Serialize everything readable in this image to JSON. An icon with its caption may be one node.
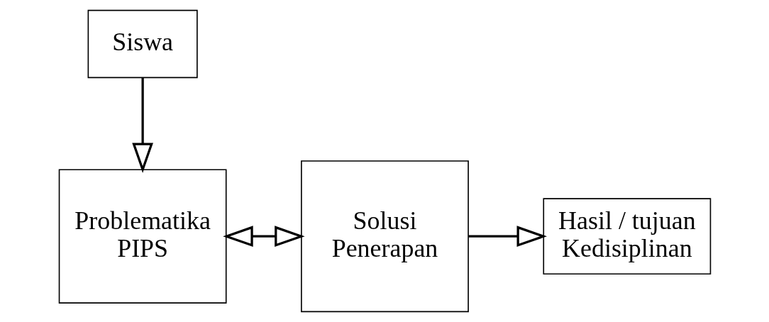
{
  "diagram": {
    "nodes": [
      {
        "text": [
          "Siswa"
        ]
      },
      {
        "text": [
          "Problematika PIPS"
        ]
      },
      {
        "text": [
          "Solusi Penerapan"
        ]
      },
      {
        "text": [
          "Hasil / tujuan Kedisiplinan"
        ]
      }
    ],
    "edges": [
      {
        "from": 0,
        "to": 1,
        "arrow": "to"
      },
      {
        "from": 1,
        "to": 2,
        "arrow": "both"
      },
      {
        "from": 2,
        "to": 3,
        "arrow": "to"
      }
    ]
  }
}
